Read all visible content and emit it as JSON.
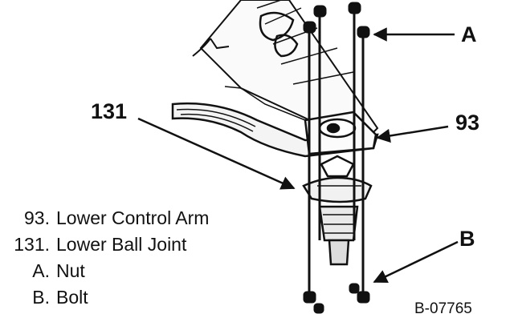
{
  "callouts": {
    "nut": "A",
    "control_arm": "93",
    "ball_joint": "131",
    "bolt": "B"
  },
  "legend": [
    {
      "key": "93.",
      "text": "Lower Control Arm"
    },
    {
      "key": "131.",
      "text": "Lower Ball Joint"
    },
    {
      "key": "A.",
      "text": "Nut"
    },
    {
      "key": "B.",
      "text": "Bolt"
    }
  ],
  "figure_id": "B-07765"
}
